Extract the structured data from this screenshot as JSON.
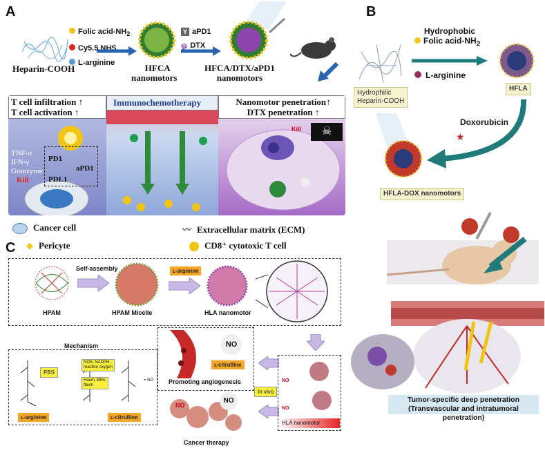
{
  "panelA": {
    "letter": "A",
    "heparin": "Heparin-COOH",
    "reagents": [
      "Folic acid-NH",
      "Cy5.5 NHS",
      "L-arginine"
    ],
    "hfca": [
      "HFCA",
      "nanomotors"
    ],
    "drugs": [
      "aPD1",
      "DTX"
    ],
    "product": [
      "HFCA/DTX/aPD1",
      "nanomotors"
    ],
    "box1": [
      "T cell infiltration ↑",
      "T cell activation ↑"
    ],
    "cytokines": [
      "TNF-α",
      "IFN-γ",
      "Granzyme",
      "Kill"
    ],
    "receptors": [
      "PD1",
      "PDL1",
      "aPD1"
    ],
    "box2": "Immunochemotherapy",
    "box3": [
      "Nanomotor penetration↑",
      "DTX penetration ↑"
    ],
    "kill": "Kill"
  },
  "legend": {
    "cancer": "Cancer cell",
    "ecm": "Extracellular matrix (ECM)",
    "pericyte": "Pericyte",
    "tcell": "CD8⁺ cytotoxic T cell"
  },
  "panelB": {
    "letter": "B",
    "heparin": [
      "Hydrophilic",
      "Heparin-COOH"
    ],
    "reagents": [
      "Hydrophobic",
      "Folic acid-NH",
      "L-arginine"
    ],
    "hfla": "HFLA",
    "drug": "Doxorubicin",
    "product": "HFLA-DOX nanomotors",
    "caption": [
      "Tumor-specific deep penetration",
      "(Transvascular and intratumoral penetration)"
    ]
  },
  "panelC": {
    "letter": "C",
    "selfassembly": "Self-assembly",
    "arginine_tag": "ʟ-arginine",
    "stages": [
      "HPAM",
      "HPAM Micelle",
      "HLA nanomotor"
    ],
    "mechanism": "Mechanism",
    "pbs": "PBS",
    "enzyme1": [
      "NOS, NADPH,",
      "reactive oxygen"
    ],
    "enzyme2": [
      "Haem, BH4,",
      "flavin"
    ],
    "no": "NO",
    "arg_label": "ʟ-arginine",
    "cit_label": "ʟ-citrulline",
    "citrulline_tag": "ʟ-citrulline",
    "angio": "Promoting angiogenesis",
    "invivo": "In vivo",
    "hla": "HLA nanomotor",
    "therapy": "Cancer therapy"
  }
}
